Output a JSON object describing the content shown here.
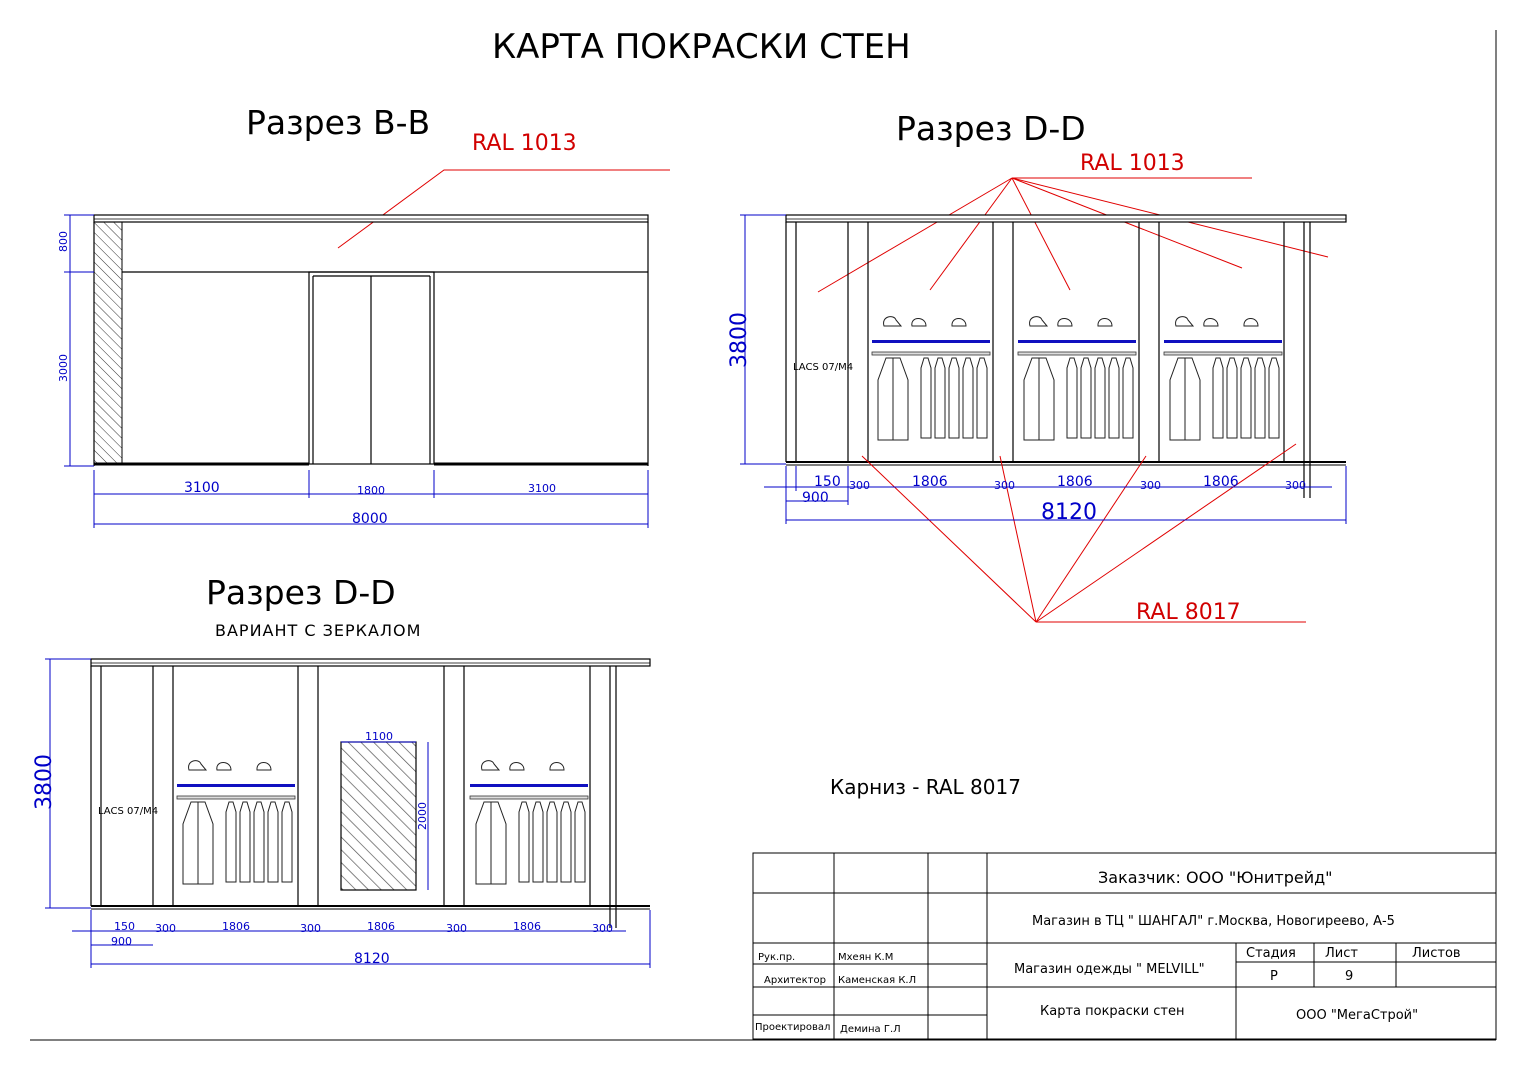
{
  "title": "КАРТА   ПОКРАСКИ  СТЕН",
  "section_bb": {
    "title": "Разрез  В-В",
    "ral": "RAL  1013",
    "dims": {
      "h_top": "800",
      "h_main": "3000",
      "w_left": "3100",
      "w_door": "1800",
      "w_right": "3100",
      "w_total": "8000"
    }
  },
  "section_dd": {
    "title": "Разрез  D-D",
    "ral_wall": "RAL  1013",
    "ral_cornice": "RAL 8017",
    "dims": {
      "height": "3800",
      "w150": "150",
      "w900": "900",
      "w300": "300",
      "w1806": "1806",
      "w_total": "8120"
    },
    "small_label": "LACS 07/M4"
  },
  "section_dd_mirror": {
    "title": "Разрез  D-D",
    "subtitle": "ВАРИАНТ  С  ЗЕРКАЛОМ",
    "dims": {
      "height": "3800",
      "w150": "150",
      "w900": "900",
      "w300": "300",
      "w1806": "1806",
      "w_total": "8120",
      "mirror_w": "1100",
      "mirror_h": "2000"
    },
    "small_label": "LACS 07/M4"
  },
  "note": "Карниз -   RAL   8017",
  "title_block": {
    "customer": "Заказчик: ООО \"Юнитрейд\"",
    "location": "Магазин в ТЦ \" ШАНГАЛ\"  г.Москва, Новогиреево, А-5",
    "store": "Магазин  одежды \" MELVILL\"",
    "sheet_name": "Карта  покраски  стен",
    "company": "ООО \"МегаСтрой\"",
    "stage_label": "Стадия",
    "sheet_label": "Лист",
    "sheets_label": "Листов",
    "stage_value": "Р",
    "sheet_value": "9",
    "rows": [
      {
        "role": "Рук.пр.",
        "name": "Мхеян К.М"
      },
      {
        "role": "Архитектор",
        "name": "Каменская  К.Л"
      },
      {
        "role": "Проектировал",
        "name": "Демина  Г.Л"
      }
    ]
  },
  "colors": {
    "ral_leader": "#e00000",
    "dimension": "#0000c8",
    "shelf": "#1010c0"
  }
}
